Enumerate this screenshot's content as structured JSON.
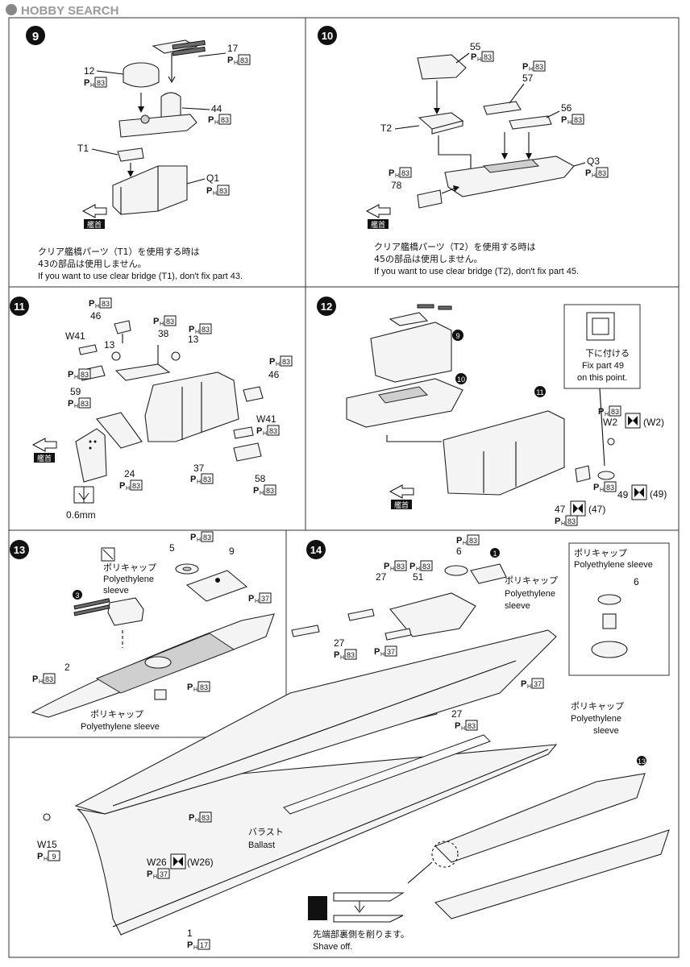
{
  "watermark": "HOBBY SEARCH",
  "labels": {
    "paint_code": "H83",
    "paint_code_37": "37",
    "paint_code_9": "9",
    "paint_code_17": "17",
    "paint_prefix": "P",
    "paint_sub": "H",
    "bow": "艦首"
  },
  "step9": {
    "number": "9",
    "parts": [
      "17",
      "12",
      "44",
      "T1",
      "Q1"
    ],
    "note_jp_line1": "クリア艦橋パーツ（T1）を使用する時は",
    "note_jp_line2": "43の部品は使用しません。",
    "note_en": "If you want to use clear bridge (T1), don't fix part 43."
  },
  "step10": {
    "number": "10",
    "parts": [
      "55",
      "57",
      "56",
      "T2",
      "Q3",
      "78"
    ],
    "note_jp_line1": "クリア艦橋パーツ（T2）を使用する時は",
    "note_jp_line2": "45の部品は使用しません。",
    "note_en": "If you want to use clear bridge (T2), don't fix part 45."
  },
  "step11": {
    "number": "11",
    "parts": [
      "46",
      "38",
      "13",
      "W41",
      "13",
      "46",
      "59",
      "W41",
      "24",
      "37",
      "58"
    ],
    "drill": "0.6mm"
  },
  "step12": {
    "number": "12",
    "callout_jp": "下に付ける",
    "callout_en1": "Fix part 49",
    "callout_en2": "on this point.",
    "parts": [
      "9",
      "10",
      "11",
      "W2",
      "(W2)",
      "49",
      "(49)",
      "47",
      "(47)"
    ]
  },
  "step13": {
    "number": "13",
    "parts": [
      "5",
      "9",
      "3",
      "2"
    ],
    "poly_jp": "ポリキャップ",
    "poly_en1": "Polyethylene",
    "poly_en2": "sleeve",
    "poly_bottom_en": "Polyethylene sleeve"
  },
  "step14": {
    "number": "14",
    "parts": [
      "6",
      "1",
      "27",
      "51",
      "27",
      "27",
      "W15",
      "W26",
      "(W26)",
      "1",
      "6",
      "13"
    ],
    "poly_jp": "ポリキャップ",
    "poly_en1": "Polyethylene",
    "poly_en2": "sleeve",
    "inset_poly_en": "Polyethylene sleeve",
    "ballast_jp": "バラスト",
    "ballast_en": "Ballast",
    "shave_jp": "先端部裏側を削ります。",
    "shave_en": "Shave off."
  }
}
